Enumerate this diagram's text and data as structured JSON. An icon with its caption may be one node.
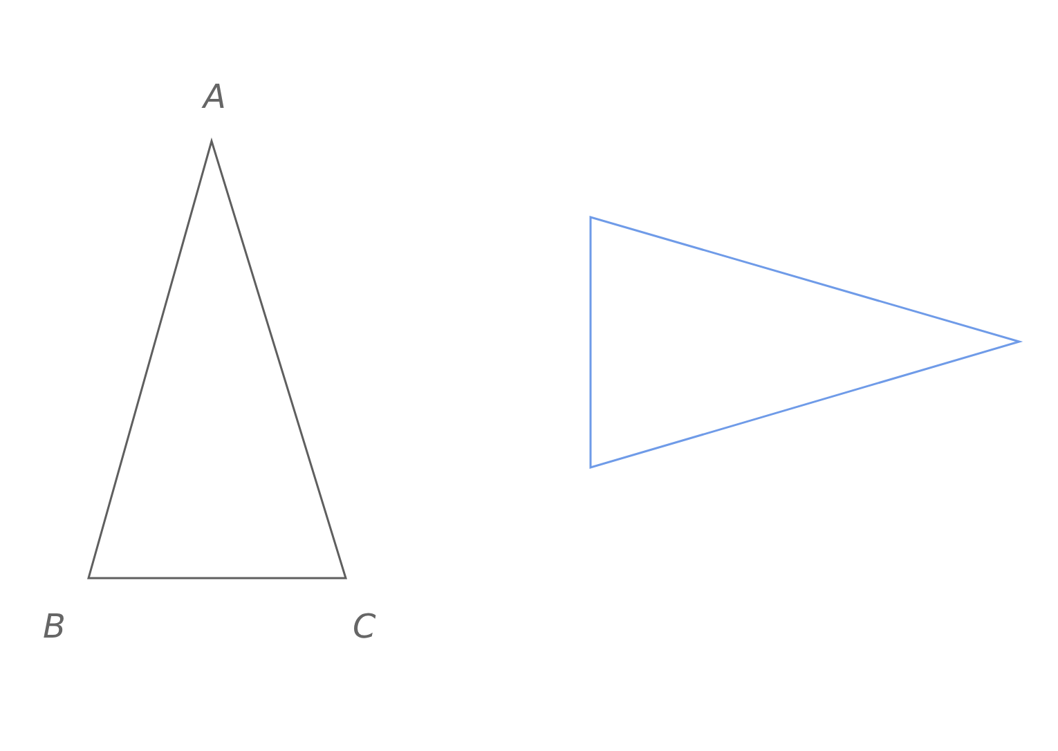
{
  "diagram": {
    "labels": [
      "A",
      "B",
      "C"
    ]
  }
}
